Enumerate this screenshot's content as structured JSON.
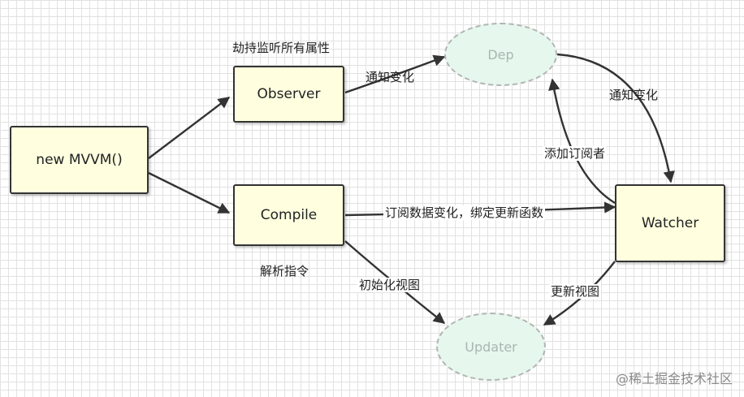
{
  "nodes": {
    "mvvm": "new MVVM()",
    "observer": "Observer",
    "compile": "Compile",
    "dep": "Dep",
    "watcher": "Watcher",
    "updater": "Updater"
  },
  "labels": {
    "hijack": "劫持监听所有属性",
    "notify_change_1": "通知变化",
    "notify_change_2": "通知变化",
    "add_subscriber": "添加订阅者",
    "subscribe": "订阅数据变化，绑定更新函数",
    "parse_directive": "解析指令",
    "init_view": "初始化视图",
    "update_view": "更新视图"
  },
  "watermark": "@稀土掘金技术社区",
  "colors": {
    "box_fill": "#ffffe0",
    "ellipse_fill": "#e6f7ee",
    "arrow": "#333333"
  }
}
